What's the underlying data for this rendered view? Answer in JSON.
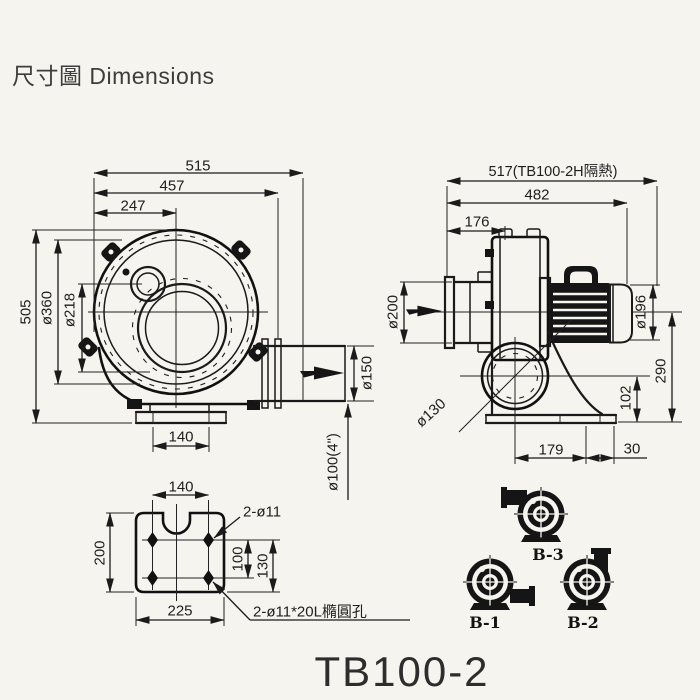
{
  "page": {
    "title": "尺寸圖 Dimensions",
    "model": "TB100-2"
  },
  "colors": {
    "background": "#f6f4ee",
    "line": "#1a1a1a",
    "text": "#1e1e1e"
  },
  "front_view": {
    "description": "front view of blower scroll casing with outlet duct",
    "dim_width_overall": "515",
    "dim_width_to_outlet_flange": "457",
    "dim_width_to_center": "247",
    "dim_height_overall": "505",
    "dim_casing_diameter": "ø360",
    "dim_inner_diameter": "ø218",
    "dim_foot_hole_spacing": "140",
    "dim_outlet_flange_diameter": "ø150",
    "dim_outlet_port_diameter": "ø100(4\")",
    "airflow_icon": "airflow-arrow-right"
  },
  "side_view": {
    "description": "side view with inlet, casing and motor",
    "dim_length_overall_insulated": "517(TB100-2H隔熱)",
    "dim_length_overall": "482",
    "dim_inlet_length": "176",
    "dim_inlet_diameter": "ø200",
    "dim_motor_diameter": "ø196",
    "dim_centerline_height": "290",
    "dim_port_center_height": "102",
    "dim_port_diameter": "ø130",
    "dim_base_length": "179",
    "dim_base_offset": "30",
    "airflow_icon": "airflow-arrow-right"
  },
  "base_plate": {
    "description": "mounting base plate detail",
    "dim_hole_spacing_x": "140",
    "dim_depth": "200",
    "dim_width": "225",
    "dim_hole_spacing_y": "100",
    "dim_hole_to_edge": "130",
    "label_round_holes": "2-ø11",
    "label_oval_holes": "2-ø11*20L橢圓孔"
  },
  "orientation_views": {
    "labels": [
      "B-1",
      "B-2",
      "B-3"
    ]
  }
}
